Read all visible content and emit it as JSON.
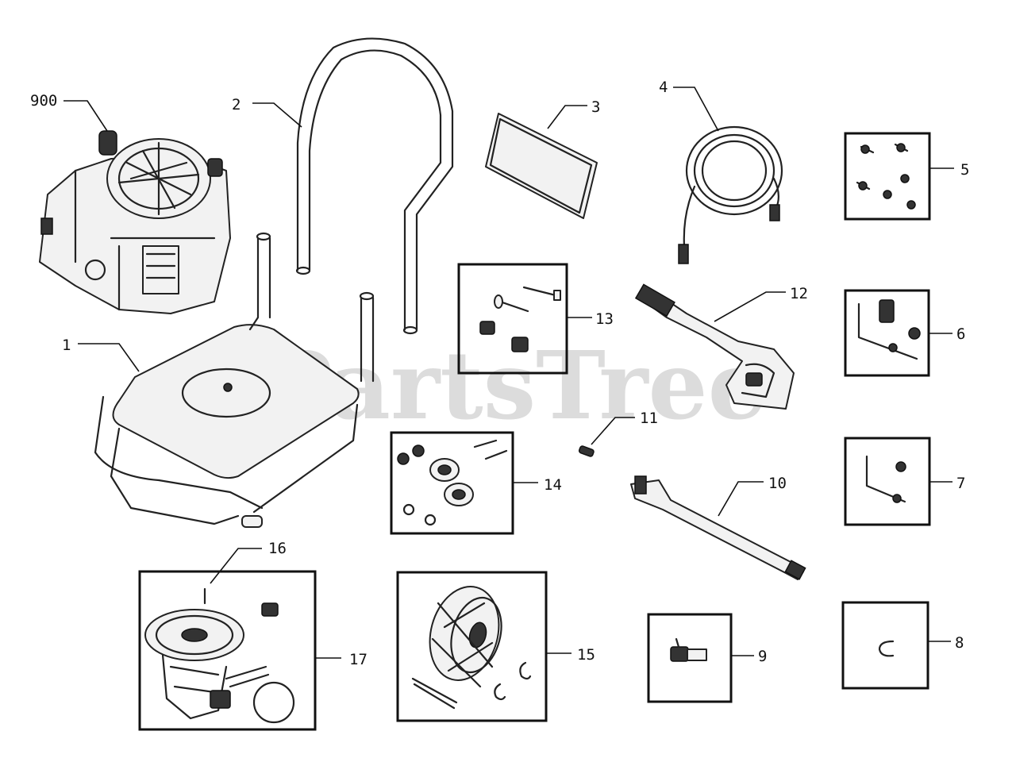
{
  "watermark": "PartsTree",
  "labels": {
    "engine": "900",
    "base": "1",
    "handle": "2",
    "panel": "3",
    "hose": "4",
    "hardware_kit": "5",
    "fitting_kit_a": "6",
    "fitting_kit_b": "7",
    "clip": "8",
    "quick_connect": "9",
    "lance": "10",
    "pin": "11",
    "spray_gun": "12",
    "bolt_kit": "13",
    "foot_kit": "14",
    "wheel_kit": "15",
    "o_ring": "16",
    "pump": "17"
  },
  "colors": {
    "line": "#111111",
    "watermark": "#dcdcdc",
    "background": "#ffffff"
  }
}
